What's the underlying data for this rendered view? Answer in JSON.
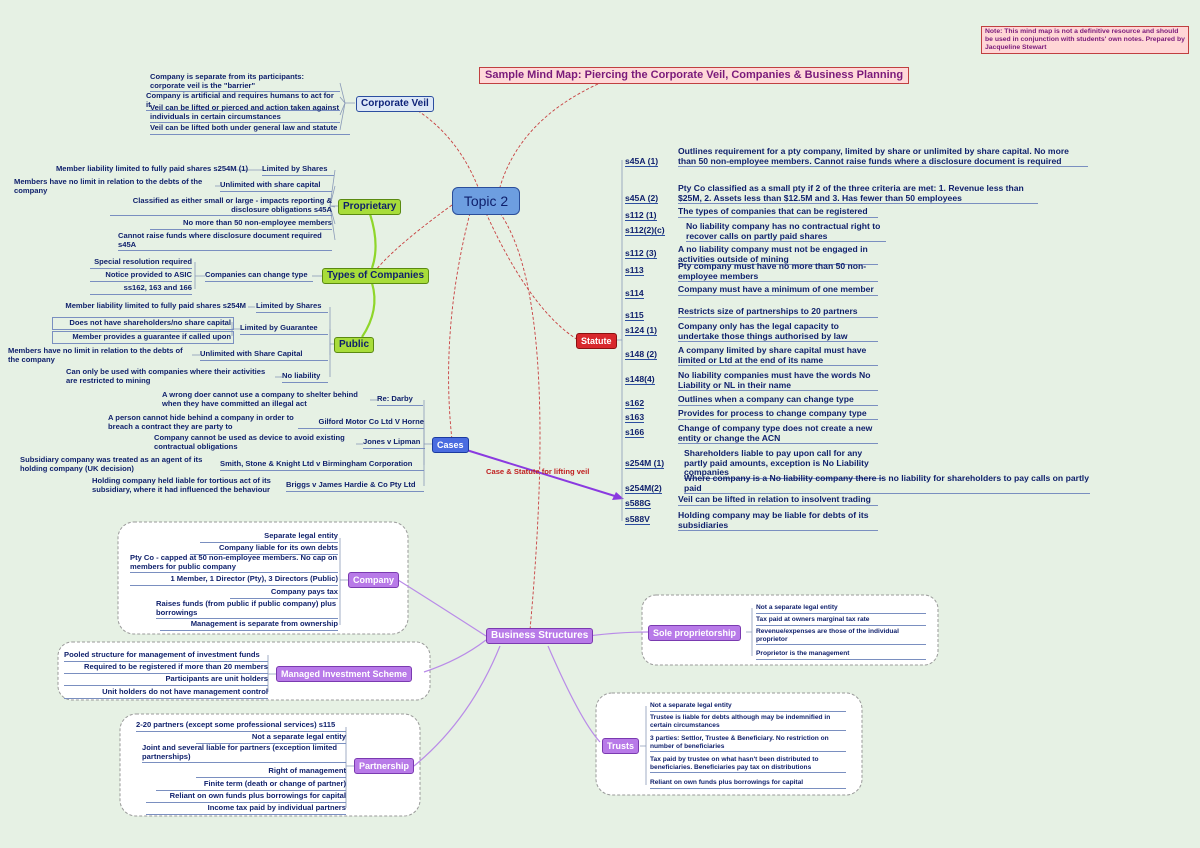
{
  "title": "Sample Mind Map: Piercing the Corporate Veil,  Companies & Business Planning",
  "note": "Note: This mind map is not a definitive resource and should be used in conjunction with students' own notes.  Prepared by Jacqueline Stewart",
  "central": "Topic 2",
  "edge_label": "Case & Statute for lifting veil",
  "corporate_veil": {
    "label": "Corporate Veil",
    "items": [
      "Company is separate from its participants: corporate veil is the \"barrier\"",
      "Company is artificial and requires humans to act for it",
      "Veil can be lifted or pierced and action taken against individuals in certain circumstances",
      "Veil can be lifted both under general law and statute"
    ]
  },
  "types_of_companies": {
    "label": "Types of Companies",
    "change_type": "Companies can change type",
    "change_items": [
      "Special resolution required",
      "Notice provided to ASIC",
      "ss162, 163 and 166"
    ],
    "proprietary": {
      "label": "Proprietary",
      "limited_by_shares": "Limited by Shares",
      "lbs_item": "Member liability limited to fully paid shares s254M (1)",
      "unlimited": "Unlimited with share capital",
      "unlimited_item": "Members have no limit in relation to the debts of the company",
      "items": [
        "Classified as either small or large - impacts reporting & disclosure obligations s45A",
        "No more than 50 non-employee members",
        "Cannot raise funds where disclosure document required s45A"
      ]
    },
    "public": {
      "label": "Public",
      "limited_by_shares": "Limited by Shares",
      "lbs_item": "Member liability limited to fully paid shares s254M",
      "guarantee": "Limited by Guarantee",
      "guarantee_items": [
        "Does not have shareholders/no share capital",
        "Member provides a guarantee if called upon"
      ],
      "unlimited": "Unlimited with Share Capital",
      "unlimited_item": "Members have no limit in relation to the debts of the company",
      "no_liability": "No liability",
      "no_liability_item": "Can only be used with companies where their activities are restricted to mining"
    }
  },
  "cases": {
    "label": "Cases",
    "items": [
      {
        "case": "Re: Darby",
        "desc": "A wrong doer cannot use a company to shelter behind when they have committed an illegal act"
      },
      {
        "case": "Gilford Motor Co Ltd V Horne",
        "desc": "A person cannot hide behind a company in order to breach a contract they are party to"
      },
      {
        "case": "Jones v Lipman",
        "desc": "Company cannot be used as device to avoid existing contractual obligations"
      },
      {
        "case": "Smith, Stone & Knight Ltd v Birmingham Corporation",
        "desc": "Subsidiary company was treated as an agent of its holding company (UK decision)"
      },
      {
        "case": "Briggs v James Hardie & Co Pty Ltd",
        "desc": "Holding company held liable for tortious act of its subsidiary, where it had influenced the behaviour"
      }
    ]
  },
  "statute": {
    "label": "Statute",
    "items": [
      {
        "s": "s45A (1)",
        "t": "Outlines requirement for a pty company, limited by share or unlimited by share capital.  No more than 50 non-employee members.  Cannot raise funds where a disclosure document is required"
      },
      {
        "s": "s45A (2)",
        "t": "Pty Co classified as a small pty if 2 of the three criteria are met: 1. Revenue less than $25M, 2. Assets less than $12.5M and 3. Has fewer than 50 employees"
      },
      {
        "s": "s112 (1)",
        "t": "The types of companies that can be registered"
      },
      {
        "s": "s112(2)(c)",
        "t": "No liability company has no contractual right to recover calls on partly paid shares"
      },
      {
        "s": "s112 (3)",
        "t": "A  no liability company must not be engaged in activities outside of mining"
      },
      {
        "s": "s113",
        "t": "Pty company must have no more than 50 non-employee members"
      },
      {
        "s": "s114",
        "t": "Company must have a minimum of one member"
      },
      {
        "s": "s115",
        "t": "Restricts size of partnerships to 20 partners"
      },
      {
        "s": "s124 (1)",
        "t": "Company only has the legal capacity to undertake those things authorised by law"
      },
      {
        "s": "s148 (2)",
        "t": "A company limited by share capital must have limited or Ltd at the end of its name"
      },
      {
        "s": "s148(4)",
        "t": "No liability companies must have the words No Liability or NL in their name"
      },
      {
        "s": "s162",
        "t": "Outlines when a company can change type"
      },
      {
        "s": "s163",
        "t": "Provides for process to change company type"
      },
      {
        "s": "s166",
        "t": "Change of company type does not create a new entity or change the ACN"
      },
      {
        "s": "s254M (1)",
        "t": "Shareholders liable to pay upon call for any partly paid amounts, exception is No Liability companies"
      },
      {
        "s": "s254M(2)",
        "t": "Where company is a No liability company there is no liability for shareholders to pay calls on partly paid"
      },
      {
        "s": "s588G",
        "t": "Veil can be lifted in relation to insolvent trading"
      },
      {
        "s": "s588V",
        "t": "Holding company may be liable for debts of its subsidiaries"
      }
    ]
  },
  "business_structures": {
    "label": "Business Structures",
    "company": {
      "label": "Company",
      "items": [
        "Separate legal entity",
        "Company liable for its own debts",
        "Pty Co - capped at 50 non-employee members.  No cap on members for public company",
        "1 Member, 1 Director (Pty), 3 Directors (Public)",
        "Company pays tax",
        "Raises funds (from public if public company) plus borrowings",
        "Management is separate from ownership"
      ]
    },
    "mis": {
      "label": "Managed Investment Scheme",
      "items": [
        "Pooled structure for management of investment funds",
        "Required to be registered if more than 20 members",
        "Participants are unit holders",
        "Unit holders do not have management control"
      ]
    },
    "partnership": {
      "label": "Partnership",
      "items": [
        "2-20 partners (except some professional services) s115",
        "Not a separate legal entity",
        "Joint and several liable for partners (exception limited partnerships)",
        "Right of management",
        "Finite term (death or change of partner)",
        "Reliant on own funds plus borrowings for capital",
        "Income tax paid by individual partners"
      ]
    },
    "sole": {
      "label": "Sole proprietorship",
      "items": [
        "Not a separate legal entity",
        "Tax paid at owners marginal tax rate",
        "Revenue/expenses are those of the individual proprietor",
        "Proprietor is the management"
      ]
    },
    "trusts": {
      "label": "Trusts",
      "items": [
        "Not a separate legal entity",
        "Trustee is liable for debts although may be indemnified in certain circumstances",
        "3 parties: Settlor, Trustee & Beneficiary. No restriction on number of beneficiaries",
        "Tax paid by trustee on what hasn't been distributed to beneficiaries.  Beneficiaries pay tax on distributions",
        "Reliant on own funds plus borrowings for capital"
      ]
    }
  },
  "colors": {
    "background": "#e6f1e4",
    "topic": "#6d9ee0",
    "proprietary": "#a8dd3a",
    "statute": "#d8282c",
    "cases": "#4a6ce0",
    "structures": "#b87ae8"
  }
}
